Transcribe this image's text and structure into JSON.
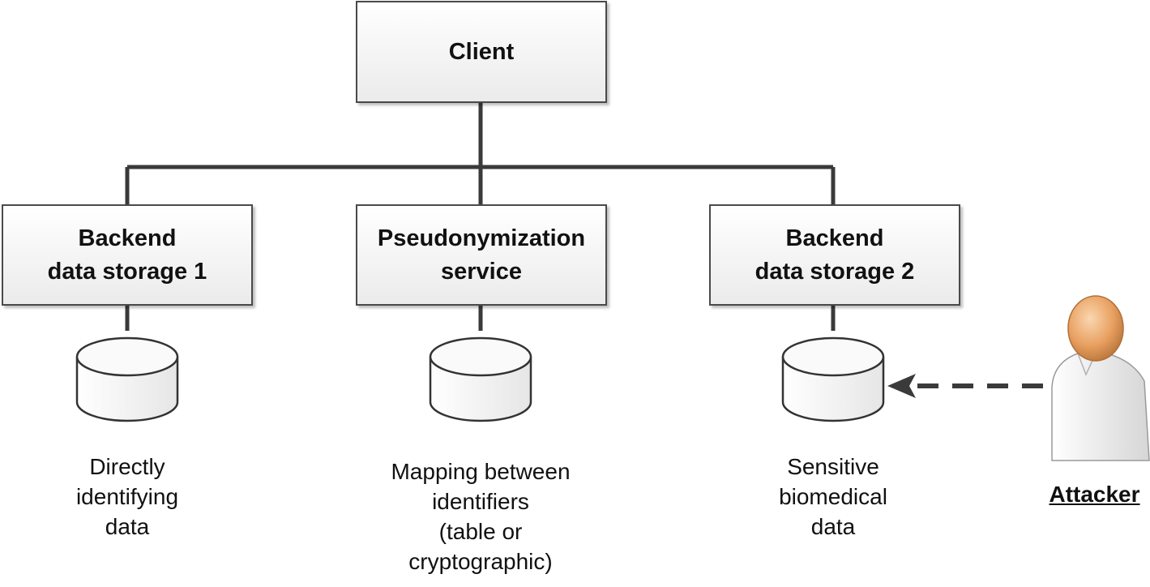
{
  "nodes": {
    "client": {
      "label": "Client"
    },
    "backend1": {
      "line1": "Backend",
      "line2": "data storage 1"
    },
    "pseudo": {
      "line1": "Pseudonymization",
      "line2": "service"
    },
    "backend2": {
      "line1": "Backend",
      "line2": "data storage 2"
    }
  },
  "captions": {
    "db1": [
      "Directly",
      "identifying",
      "data"
    ],
    "db2": [
      "Mapping between",
      "identifiers",
      "(table or",
      "cryptographic)"
    ],
    "db3": [
      "Sensitive",
      "biomedical",
      "data"
    ]
  },
  "attacker": {
    "label": "Attacker"
  },
  "colors": {
    "line": "#3a3a3a",
    "box_border": "#4a4a4a",
    "head": "#e8a060",
    "body": "#f2f2f2"
  }
}
